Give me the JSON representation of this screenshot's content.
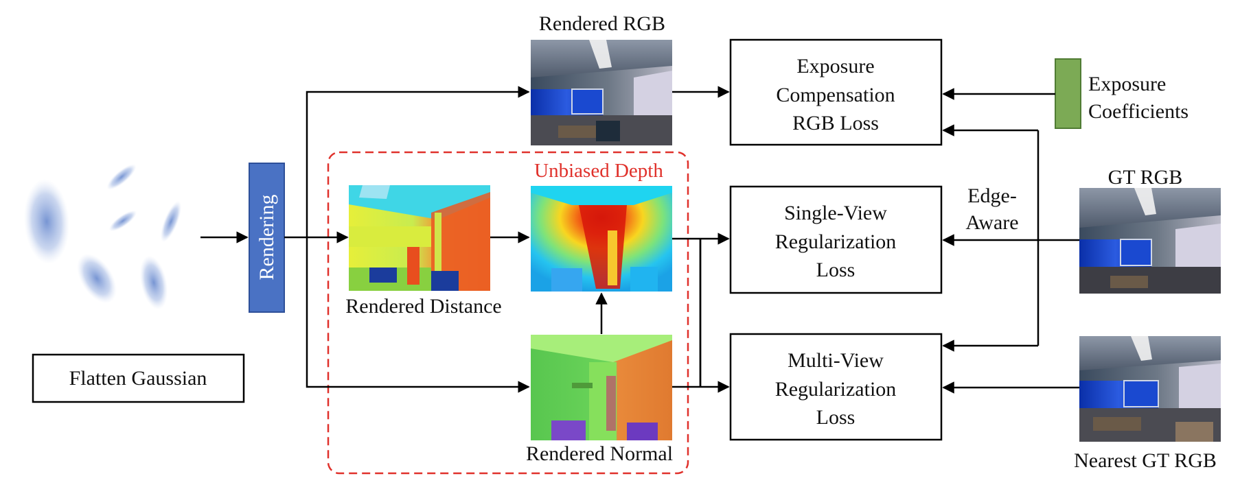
{
  "diagram": {
    "labels": {
      "flatten_gaussian": "Flatten Gaussian",
      "rendering": "Rendering",
      "rendered_rgb": "Rendered RGB",
      "rendered_distance": "Rendered Distance",
      "unbiased_depth": "Unbiased Depth",
      "rendered_normal": "Rendered Normal",
      "exposure_loss": [
        "Exposure",
        "Compensation",
        "RGB Loss"
      ],
      "single_view_loss": [
        "Single-View",
        "Regularization",
        "Loss"
      ],
      "multi_view_loss": [
        "Multi-View",
        "Regularization",
        "Loss"
      ],
      "exposure_coefficients": [
        "Exposure",
        "Coefficients"
      ],
      "gt_rgb": "GT RGB",
      "nearest_gt_rgb": "Nearest GT RGB",
      "edge_aware": [
        "Edge-",
        "Aware"
      ]
    },
    "colors": {
      "rendering_block": "#4a72c4",
      "exposure_coefficients_block": "#7caa55",
      "unbiased_depth_group": "#e0312b",
      "gaussian": "#6f8fd0",
      "arrow": "#000000"
    }
  }
}
